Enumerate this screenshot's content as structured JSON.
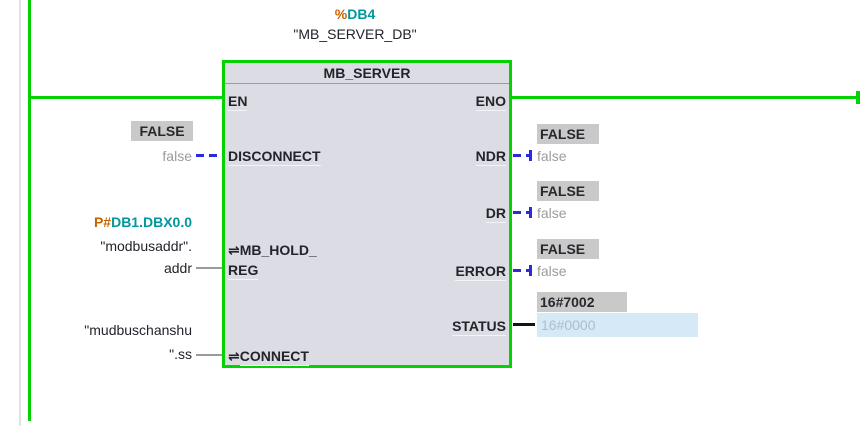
{
  "colors": {
    "wire_green": "#03d303",
    "wire_blue": "#2b2bdc",
    "wire_gray": "#9a9a9a",
    "wire_black": "#141414",
    "block_fill": "#dcdce4",
    "block_border": "#03d303",
    "monitor_box_bg": "#c9c9c9",
    "edit_box_bg": "#d6e9f7",
    "edit_box_text": "#a7c0d0",
    "address_teal": "#00979d",
    "address_prefix_orange": "#c86400",
    "gray_value_text": "#9c9c9c"
  },
  "instance": {
    "address_prefix": "%",
    "address": "DB4",
    "name": "\"MB_SERVER_DB\""
  },
  "block": {
    "title": "MB_SERVER",
    "inout_symbol": "⇌",
    "pins": {
      "en": "EN",
      "eno": "ENO",
      "disconnect": "DISCONNECT",
      "mb_hold_line1": "MB_HOLD_",
      "mb_hold_line2": "REG",
      "connect": "CONNECT",
      "ndr": "NDR",
      "dr": "DR",
      "error": "ERROR",
      "status": "STATUS"
    }
  },
  "operands": {
    "disconnect": {
      "monitor": "FALSE",
      "value": "false"
    },
    "mb_hold_reg": {
      "address_prefix": "P#",
      "address": "DB1.DBX0.0",
      "name_line1": "\"modbusaddr\".",
      "name_line2": "addr"
    },
    "connect": {
      "name_line1": "\"mudbuschanshu",
      "name_line2": "\".ss"
    },
    "ndr": {
      "monitor": "FALSE",
      "value": "false"
    },
    "dr": {
      "monitor": "FALSE",
      "value": "false"
    },
    "error": {
      "monitor": "FALSE",
      "value": "false"
    },
    "status": {
      "monitor": "16#7002",
      "value": "16#0000"
    }
  }
}
